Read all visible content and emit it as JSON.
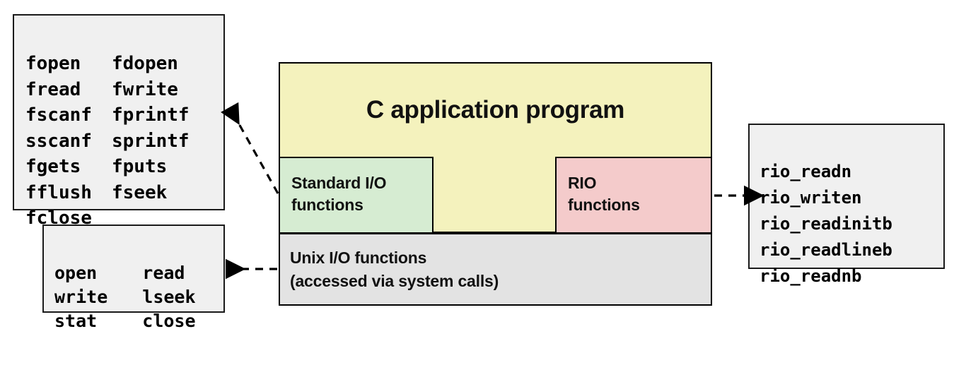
{
  "diagram": {
    "title": "Unix I/O, Standard I/O and RIO layering",
    "center": {
      "application": {
        "label": "C application program",
        "color": "#f4f2bd"
      },
      "standard_io": {
        "line1": "Standard I/O",
        "line2": "functions",
        "color": "#d6ecd2"
      },
      "rio": {
        "line1": "RIO",
        "line2": "functions",
        "color": "#f4cbcb"
      },
      "unix_io": {
        "line1": "Unix I/O functions",
        "line2": "(accessed via system calls)",
        "color": "#e3e3e3"
      }
    },
    "stdio_functions": {
      "color": "#f0f0f0",
      "rows": [
        [
          "fopen",
          "fdopen"
        ],
        [
          "fread",
          "fwrite"
        ],
        [
          "fscanf",
          "fprintf"
        ],
        [
          "sscanf",
          "sprintf"
        ],
        [
          "fgets",
          "fputs"
        ],
        [
          "fflush",
          "fseek"
        ],
        [
          "fclose",
          ""
        ]
      ]
    },
    "unix_functions": {
      "color": "#f0f0f0",
      "rows": [
        [
          "open",
          "read"
        ],
        [
          "write",
          "lseek"
        ],
        [
          "stat",
          "close"
        ]
      ]
    },
    "rio_functions": {
      "color": "#f0f0f0",
      "rows": [
        [
          "rio_readn"
        ],
        [
          "rio_writen"
        ],
        [
          "rio_readinitb"
        ],
        [
          "rio_readlineb"
        ],
        [
          "rio_readnb"
        ]
      ]
    },
    "arrows": [
      {
        "name": "stdio-arrow",
        "from": "standard-io-functions-box",
        "to": "stdio-functions-list",
        "style": "dashed",
        "direction": "up-left"
      },
      {
        "name": "rio-arrow",
        "from": "rio-functions-box",
        "to": "rio-functions-list",
        "style": "dashed",
        "direction": "right"
      },
      {
        "name": "unix-arrow",
        "from": "unix-io-functions-box",
        "to": "unix-functions-list",
        "style": "dashed",
        "direction": "left"
      }
    ]
  }
}
